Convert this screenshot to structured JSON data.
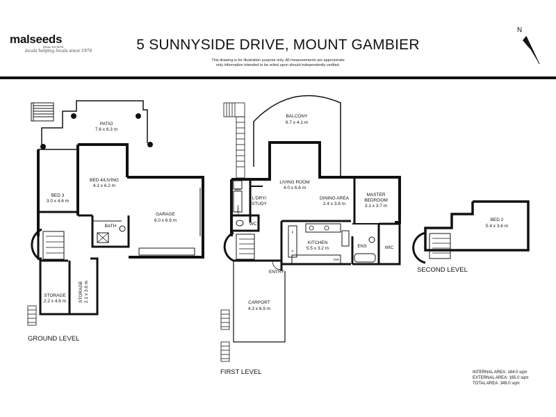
{
  "branding": {
    "name": "malseeds",
    "subtitle": "REAL ESTATE",
    "script_text": "locals helping locals since 1976"
  },
  "title": "5 SUNNYSIDE DRIVE, MOUNT GAMBIER",
  "disclaimer": [
    "This drawing is for illustration purpose only. All measurements are approximate",
    "only information intended to be relied upon should independently verified."
  ],
  "compass": {
    "label": "N"
  },
  "levels": {
    "ground": "GROUND LEVEL",
    "first": "FIRST LEVEL",
    "second": "SECOND LEVEL"
  },
  "rooms": {
    "patio": {
      "name": "PATIO",
      "dims": "7.6 x 6.3 m"
    },
    "bed4": {
      "name": "BED 4/LIVING",
      "dims": "4.1 x 6.2 m"
    },
    "bed3": {
      "name": "BED 3",
      "dims": "3.0 x 4.6 m"
    },
    "garage": {
      "name": "GARAGE",
      "dims": "6.0 x 6.9 m"
    },
    "bath": {
      "name": "BATH"
    },
    "storage1": {
      "name": "STORAGE",
      "dims": "2.2 x 4.6 m"
    },
    "storage2": {
      "name": "STORAGE",
      "dims": "2.1 x 3.6 m"
    },
    "balcony": {
      "name": "BALCONY",
      "dims": "6.7 x 4.1 m"
    },
    "living": {
      "name": "LIVING ROOM",
      "dims": "4.0 x 6.6 m"
    },
    "dining": {
      "name": "DINING AREA",
      "dims": "2.4 x 3.6 m"
    },
    "master": {
      "name": "MASTER",
      "name2": "BEDROOM",
      "dims": "3.1 x 3.7 m"
    },
    "ldry": {
      "name": "L'DRY/",
      "name2": "STUDY"
    },
    "wc": {
      "name": "WC"
    },
    "kitchen": {
      "name": "KITCHEN",
      "dims": "5.5 x 3.2 m"
    },
    "ens": {
      "name": "ENS"
    },
    "wic": {
      "name": "WIC"
    },
    "entry": {
      "name": "ENTRY"
    },
    "carport": {
      "name": "CARPORT",
      "dims": "4.3 x 6.9 m"
    },
    "bed2": {
      "name": "BED 2",
      "dims": "5.4 x 3.6 m"
    }
  },
  "fixtures": {
    "wm": "WM",
    "linen": "LINEN",
    "dw": "DW",
    "fridge": "F",
    "pantry": "P"
  },
  "areas": {
    "internal": "INTERNAL AREA: 184.0 sqm",
    "external": "EXTERNAL AREA: 165.0 sqm",
    "total": "TOTAL AREA: 349.0 sqm"
  }
}
